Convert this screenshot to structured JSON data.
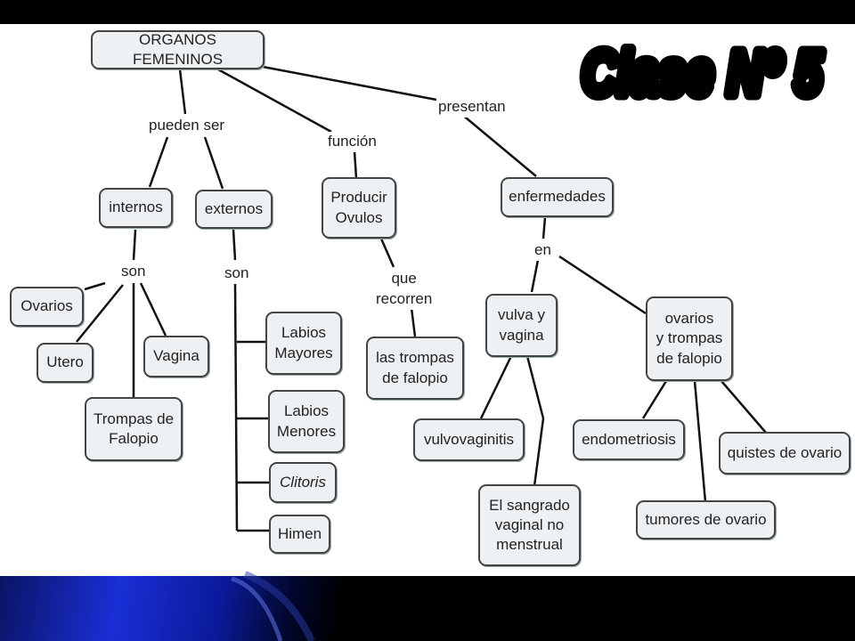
{
  "title": "Clase Nº 5",
  "nodes": {
    "root": "ORGANOS FEMENINOS",
    "internos": "internos",
    "externos": "externos",
    "producir": "Producir\nOvulos",
    "enfermedades": "enfermedades",
    "ovarios": "Ovarios",
    "utero": "Utero",
    "vagina": "Vagina",
    "trompas": "Trompas de\nFalopio",
    "labios_mayores": "Labios\nMayores",
    "labios_menores": "Labios\nMenores",
    "clitoris": "Clitoris",
    "himen": "Himen",
    "trompas_falopio": "las trompas\nde falopio",
    "vulva_vagina": "vulva y\nvagina",
    "ovarios_trompas": "ovarios\ny trompas\nde falopio",
    "vulvovaginitis": "vulvovaginitis",
    "sangrado": "El sangrado\nvaginal no\nmenstrual",
    "endometriosis": "endometriosis",
    "quistes": "quistes de ovario",
    "tumores": "tumores de ovario"
  },
  "links": {
    "pueden_ser": "pueden ser",
    "funcion": "función",
    "presentan": "presentan",
    "son_int": "son",
    "son_ext": "son",
    "que_recorren": "que\nrecorren",
    "en": "en"
  },
  "colors": {
    "node_fill": "#eef1f4",
    "node_border": "#444444",
    "accent_blue": "#1a2fd6"
  }
}
